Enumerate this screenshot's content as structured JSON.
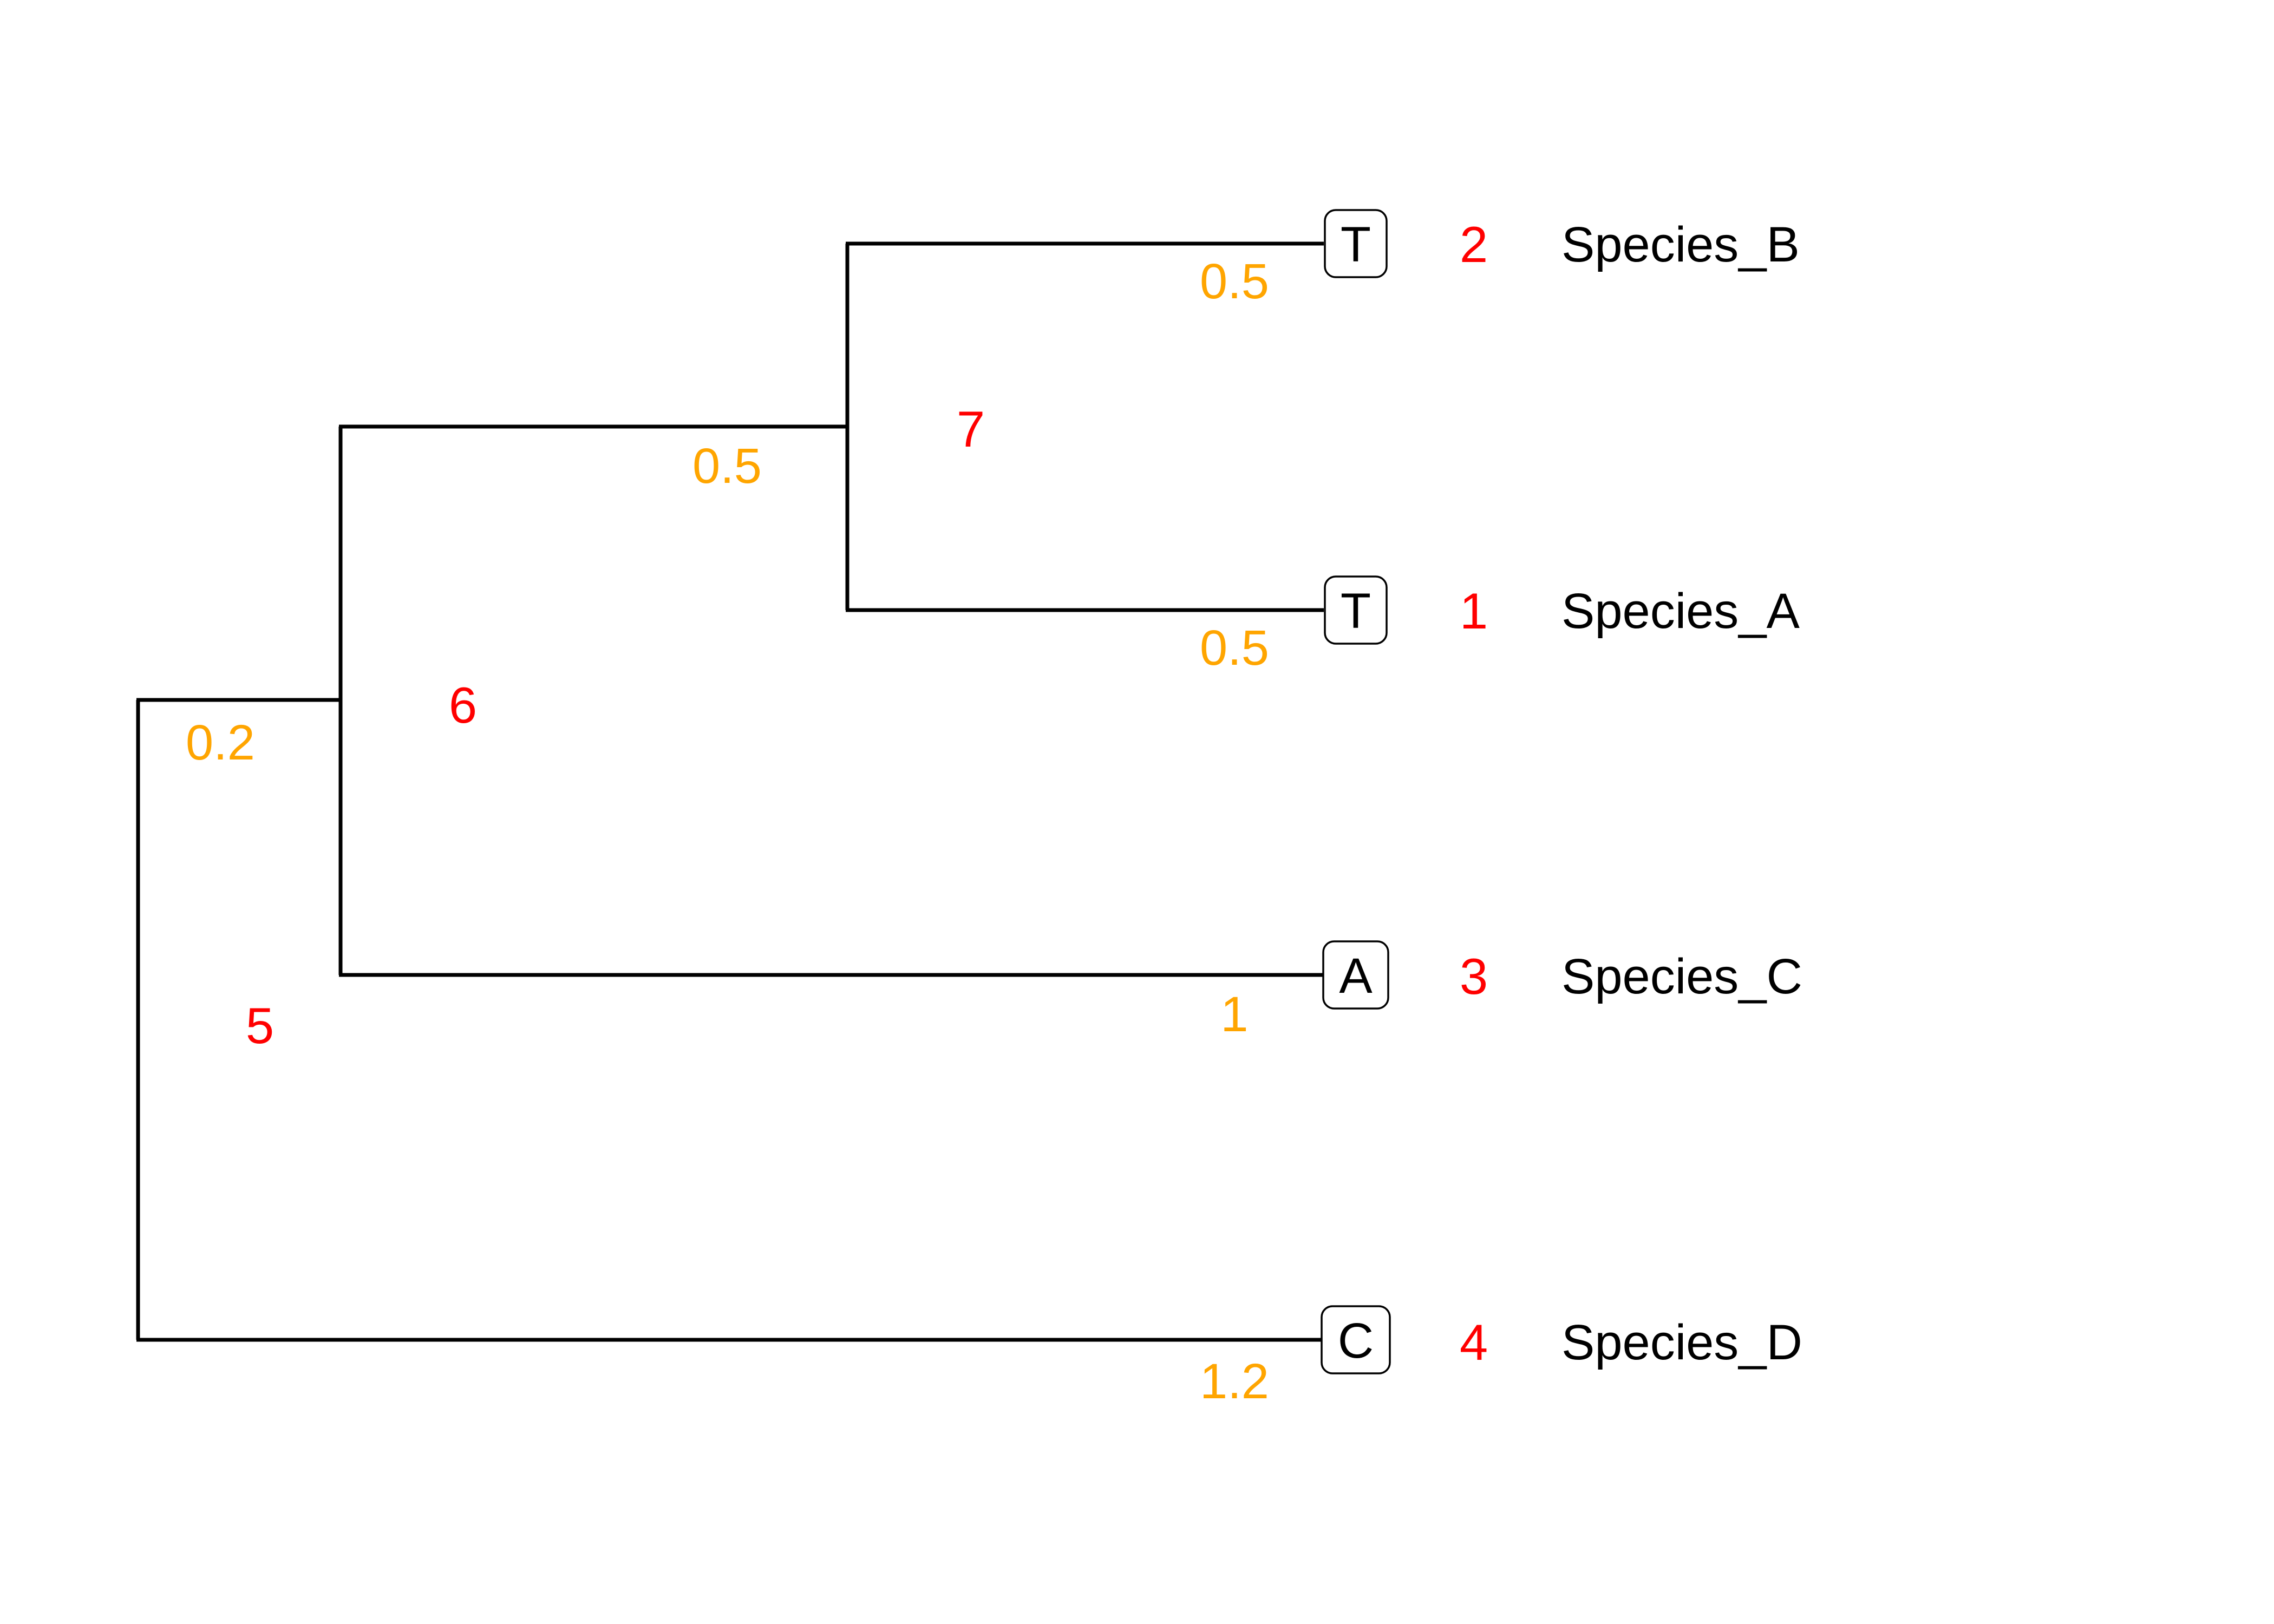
{
  "colors": {
    "branch": "#000000",
    "branch_length": "#FFA500",
    "node_number": "#FF0000",
    "tip_label": "#000000"
  },
  "tips": [
    {
      "id": "tip-species-b",
      "species": "Species_B",
      "node_number": "2",
      "state": "T",
      "branch_length": "0.5"
    },
    {
      "id": "tip-species-a",
      "species": "Species_A",
      "node_number": "1",
      "state": "T",
      "branch_length": "0.5"
    },
    {
      "id": "tip-species-c",
      "species": "Species_C",
      "node_number": "3",
      "state": "A",
      "branch_length": "1"
    },
    {
      "id": "tip-species-d",
      "species": "Species_D",
      "node_number": "4",
      "state": "C",
      "branch_length": "1.2"
    }
  ],
  "internal_nodes": [
    {
      "id": "node-7",
      "node_number": "7",
      "branch_length": "0.5"
    },
    {
      "id": "node-6",
      "node_number": "6",
      "branch_length": "0.2"
    },
    {
      "id": "node-5",
      "node_number": "5"
    }
  ]
}
